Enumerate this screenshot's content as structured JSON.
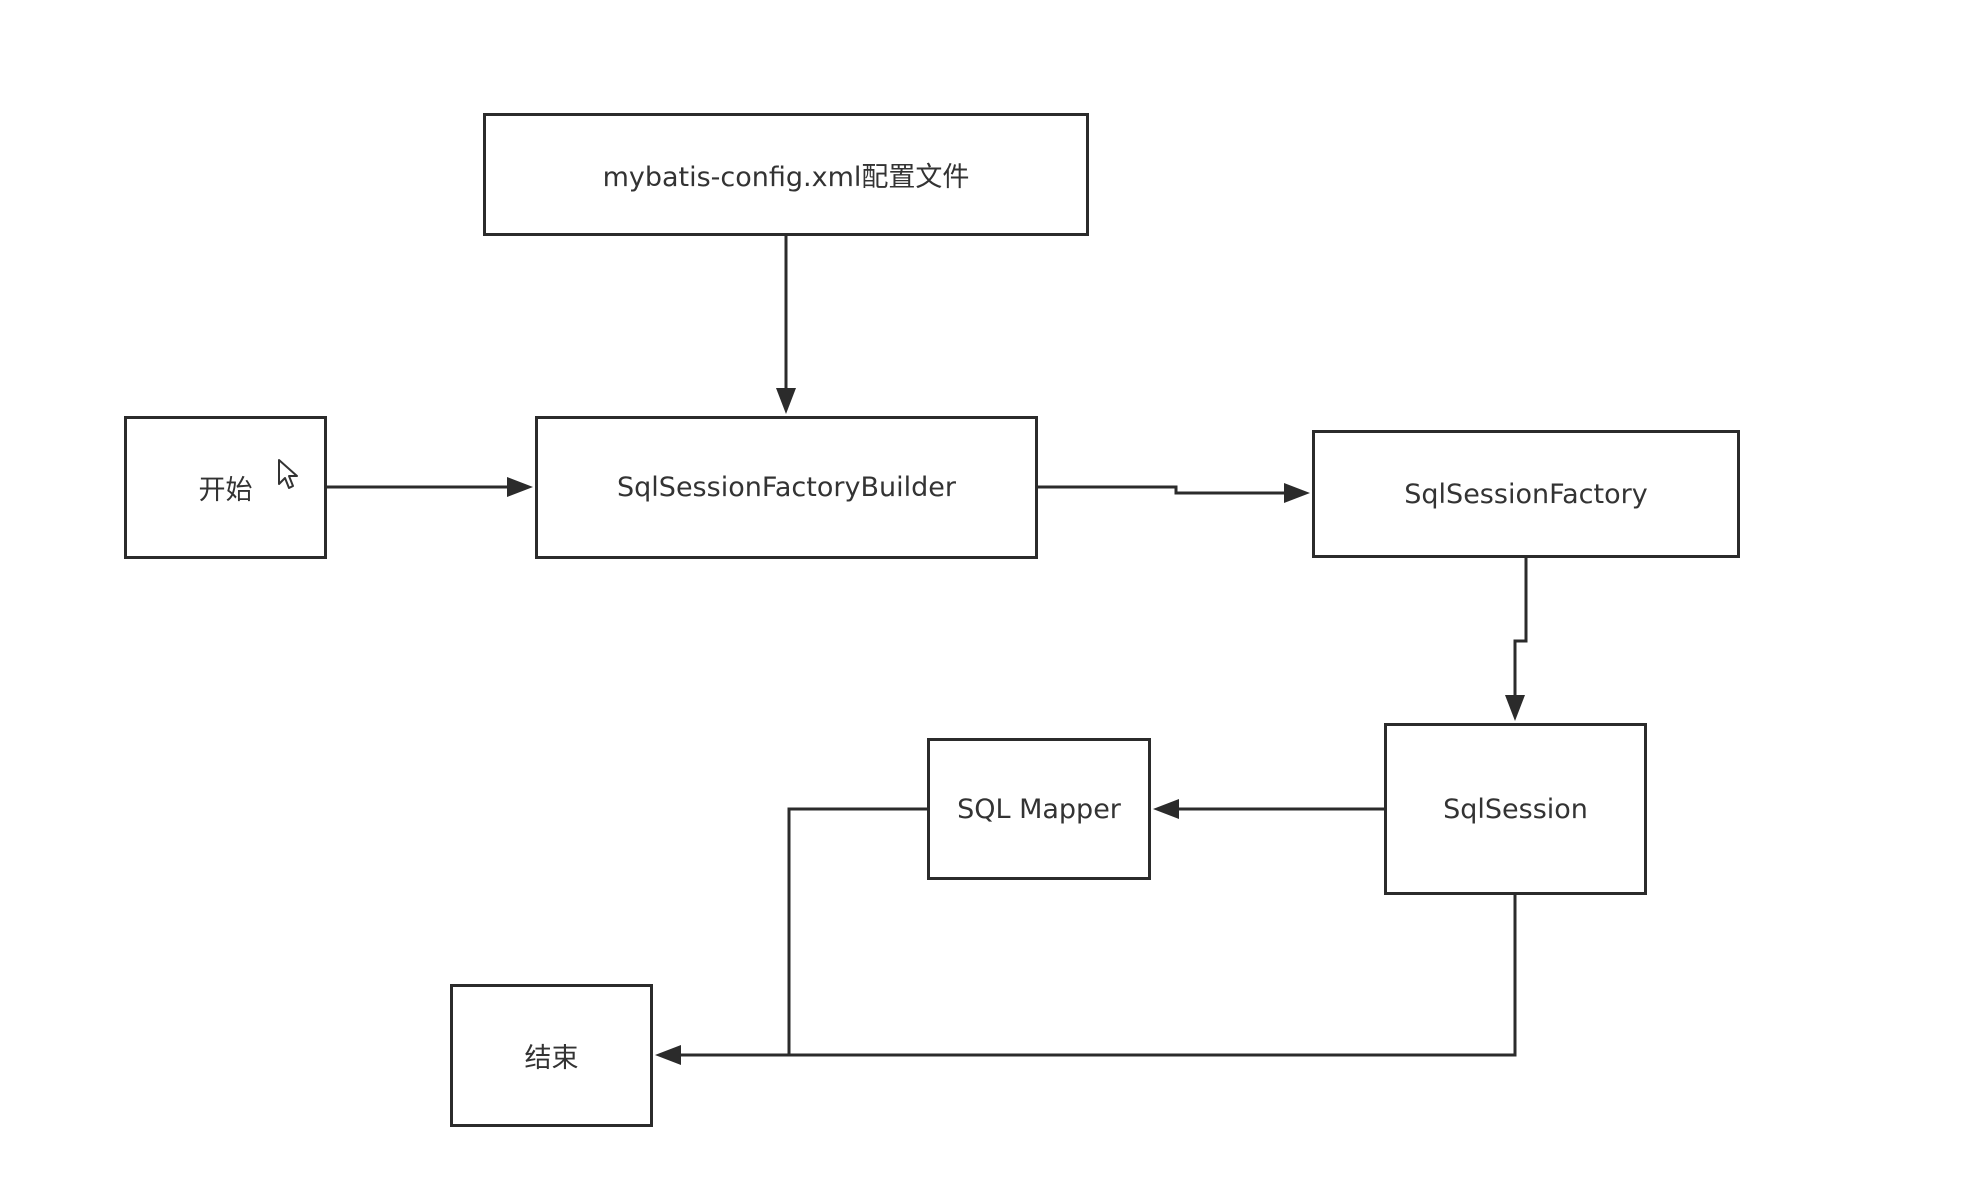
{
  "diagram": {
    "nodes": {
      "config": "mybatis-config.xml配置文件",
      "start": "开始",
      "builder": "SqlSessionFactoryBuilder",
      "factory": "SqlSessionFactory",
      "session": "SqlSession",
      "mapper": "SQL Mapper",
      "end": "结束"
    },
    "edges": [
      {
        "from": "config",
        "to": "builder"
      },
      {
        "from": "start",
        "to": "builder"
      },
      {
        "from": "builder",
        "to": "factory"
      },
      {
        "from": "factory",
        "to": "session"
      },
      {
        "from": "session",
        "to": "mapper"
      },
      {
        "from": "mapper",
        "to": "end"
      },
      {
        "from": "session",
        "to": "end"
      }
    ]
  },
  "colors": {
    "stroke": "#2b2b2b",
    "text": "#333333",
    "background": "#ffffff"
  },
  "icons": {
    "cursor": "mouse-pointer-icon"
  }
}
